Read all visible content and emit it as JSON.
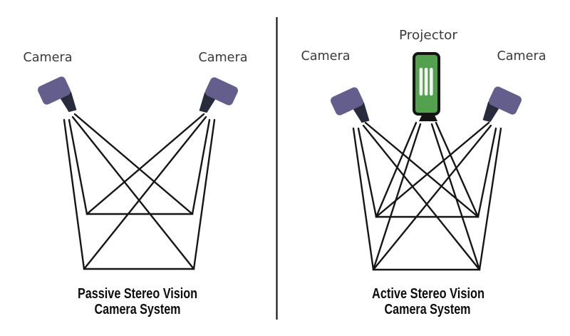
{
  "figure": {
    "background": "#ffffff",
    "divider_color": "#1a1a1a"
  },
  "colors": {
    "camera_body": "#645e8c",
    "camera_lens": "#272b3c",
    "projector_green": "#53a04f",
    "projector_outline": "#141414",
    "projector_stripe": "#f5f5f5",
    "projector_base": "#141414",
    "ray_line": "#161616",
    "device_label_text": "#3a3a3a",
    "caption_text": "#0d0d0d"
  },
  "panels": {
    "passive": {
      "camera_left_label": "Camera",
      "camera_right_label": "Camera",
      "caption_line1": "Passive Stereo Vision",
      "caption_line2": "Camera System"
    },
    "active": {
      "camera_left_label": "Camera",
      "camera_right_label": "Camera",
      "projector_label": "Projector",
      "caption_line1": "Active Stereo Vision",
      "caption_line2": "Camera System"
    }
  }
}
